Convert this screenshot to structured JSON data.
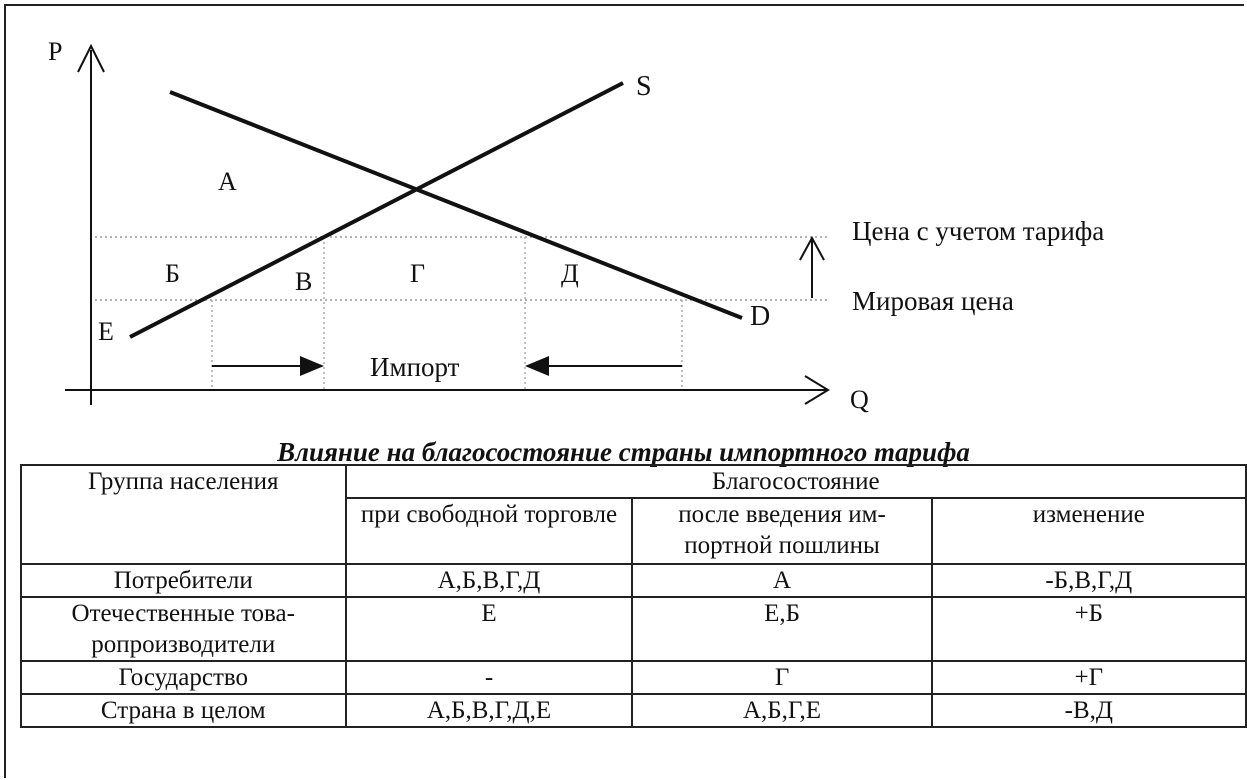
{
  "diagram": {
    "axis_p": "P",
    "axis_q": "Q",
    "supply_label": "S",
    "demand_label": "D",
    "area_a": "А",
    "area_b": "Б",
    "area_v": "В",
    "area_g": "Г",
    "area_d": "Д",
    "area_e": "Е",
    "tariff_price_label": "Цена с учетом тарифа",
    "world_price_label": "Мировая цена",
    "import_label": "Импорт"
  },
  "caption": "Влияние на благосостояние страны импортного тарифа",
  "table": {
    "group_header": "Группа населения",
    "welfare_header": "Благосостояние",
    "sub_headers": [
      "при свободной торговле",
      "после введения им-портной пошлины",
      "изменение"
    ],
    "rows": [
      {
        "group": "Потребители",
        "free": "А,Б,В,Г,Д",
        "after": "А",
        "change": "-Б,В,Г,Д"
      },
      {
        "group": "Отечественные това-ропроизводители",
        "free": "Е",
        "after": "Е,Б",
        "change": "+Б"
      },
      {
        "group": "Государство",
        "free": "-",
        "after": "Г",
        "change": "+Г"
      },
      {
        "group": "Страна в целом",
        "free": "А,Б,В,Г,Д,Е",
        "after": "А,Б,Г,Е",
        "change": "-В,Д"
      }
    ]
  }
}
